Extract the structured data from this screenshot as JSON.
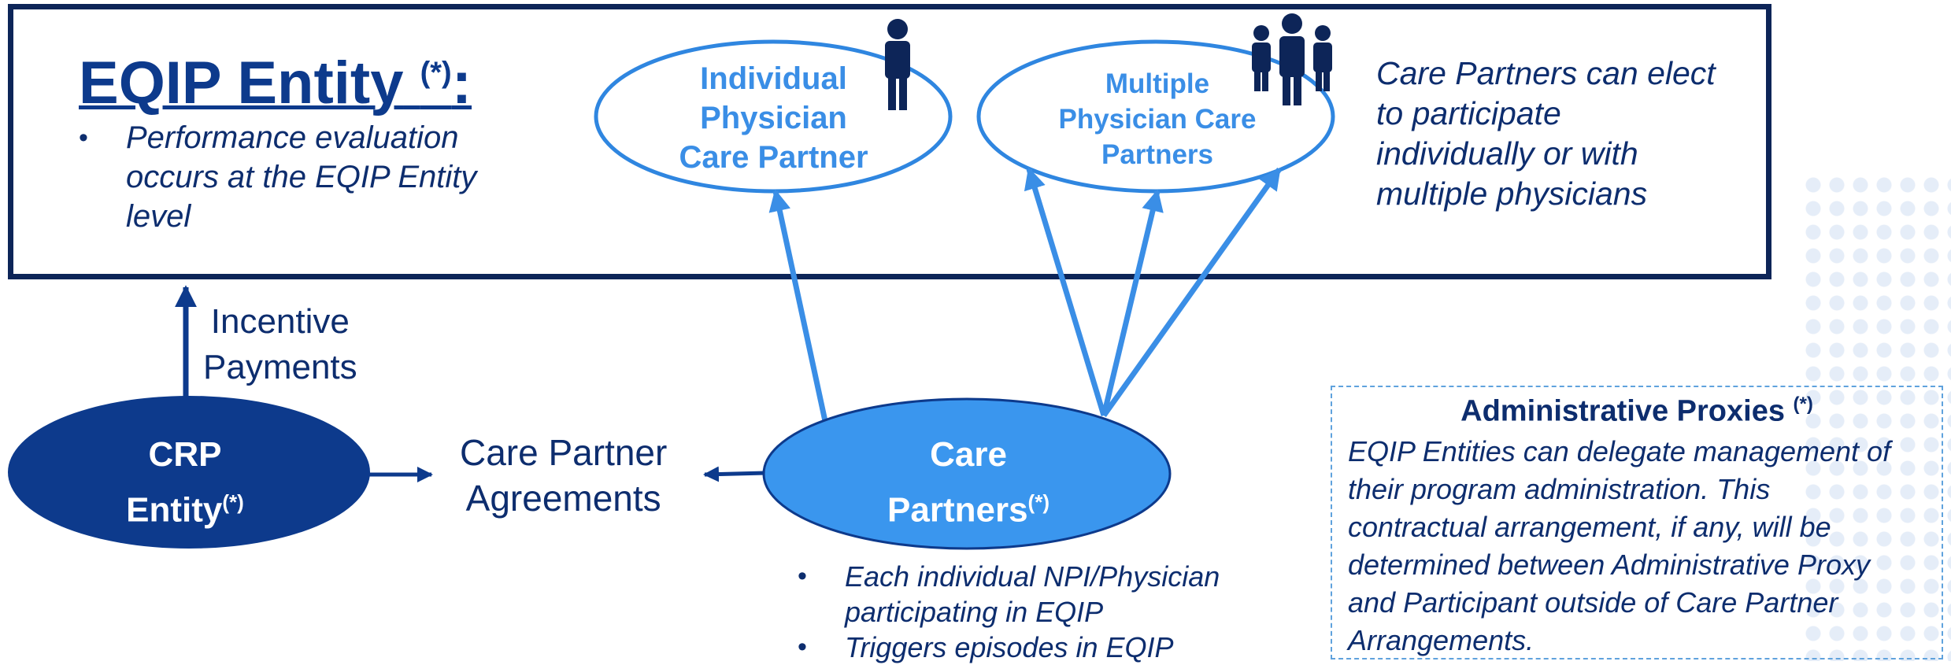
{
  "entity": {
    "title": "EQIP Entity",
    "title_marker": "(*)",
    "title_colon": ":",
    "bullets": [
      "Performance evaluation occurs at the EQIP Entity level"
    ]
  },
  "individual": {
    "lines": [
      "Individual",
      "Physician",
      "Care Partner"
    ]
  },
  "multiple": {
    "lines": [
      "Multiple",
      "Physician Care",
      "Partners"
    ]
  },
  "elect_note": [
    "Care Partners can elect",
    "to participate",
    "individually or with",
    "multiple physicians"
  ],
  "incentive": [
    "Incentive",
    "Payments"
  ],
  "crp": {
    "line1": "CRP",
    "line2": "Entity",
    "marker": "(*)"
  },
  "agreements": [
    "Care Partner",
    "Agreements"
  ],
  "care_partners": {
    "line1": "Care",
    "line2": "Partners",
    "marker": "(*)"
  },
  "care_partner_bullets": [
    "Each individual NPI/Physician participating in EQIP",
    "Triggers episodes in EQIP"
  ],
  "admin": {
    "title": "Administrative Proxies",
    "marker": "(*)",
    "lines": [
      "EQIP Entities can delegate management of",
      "their program administration.  This",
      "contractual arrangement, if any, will be",
      "determined between Administrative Proxy",
      "and Participant outside of Care Partner",
      "Arrangements."
    ]
  },
  "colors": {
    "navy": "#0d2558",
    "dark_blue": "#0d3a8c",
    "light_blue": "#3a8ee6",
    "care_partner_fill": "#3a96ee"
  },
  "icons": [
    "person-icon",
    "group-icon"
  ]
}
